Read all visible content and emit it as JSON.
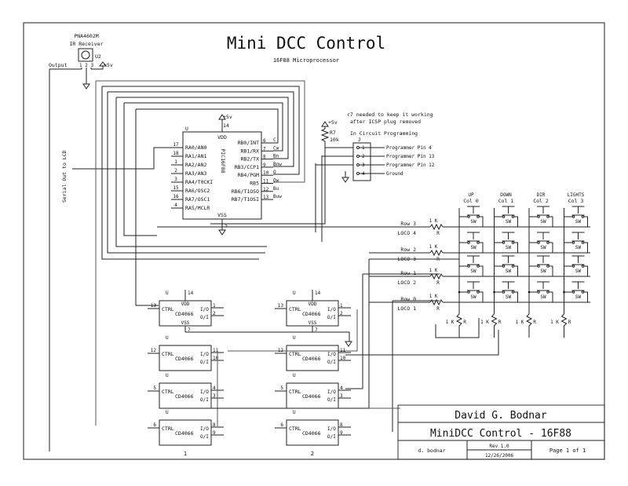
{
  "title": {
    "main": "Mini DCC Control",
    "subtitle": "16F88 Microprocessor"
  },
  "ir_receiver": {
    "part": "PNA4602M",
    "label": "IR Receiver",
    "ref": "U2",
    "pins": "1 2 3",
    "output_label": "Output",
    "vcc_label": "+5v"
  },
  "lcd_label": "Serial Out to LCD",
  "pic": {
    "ref": "U",
    "part": "PIC16F88",
    "vdd": "VDD",
    "vss": "VSS",
    "vdd_pin": "14",
    "vss_pin": "5",
    "vcc_label": "+5v",
    "left_pins": [
      {
        "num": "17",
        "name": "RA0/AN0"
      },
      {
        "num": "18",
        "name": "RA1/AN1"
      },
      {
        "num": "1",
        "name": "RA2/AN2"
      },
      {
        "num": "2",
        "name": "RA3/AN3"
      },
      {
        "num": "3",
        "name": "RA4/T0CKI"
      },
      {
        "num": "15",
        "name": "RA6/OSC2"
      },
      {
        "num": "16",
        "name": "RA7/OSC1"
      },
      {
        "num": "4",
        "name": "RA5/MCLR"
      }
    ],
    "right_pins": [
      {
        "num": "6",
        "name": "RB0/INT",
        "net": "C"
      },
      {
        "num": "7",
        "name": "RB1/RX",
        "net": "Cw"
      },
      {
        "num": "8",
        "name": "RB2/TX",
        "net": "Bn"
      },
      {
        "num": "9",
        "name": "RB3/CCP1",
        "net": "Bnw"
      },
      {
        "num": "10",
        "name": "RB4/PGM",
        "net": "O"
      },
      {
        "num": "11",
        "name": "RB5",
        "net": "Ow"
      },
      {
        "num": "12",
        "name": "RB6/T1OSO",
        "net": "Bu"
      },
      {
        "num": "13",
        "name": "RB7/T1OSI",
        "net": "Buw"
      }
    ]
  },
  "icsp": {
    "note_line1": "r7 needed to keep it working",
    "note_line2": "after ICSP plug removed",
    "resistor_ref": "R7",
    "resistor_value": "10k",
    "vcc_label": "+5v",
    "header_label": "In Circuit Programming",
    "header_ref": "J",
    "pins": [
      {
        "num": "1",
        "label": "Programmer Pin 4"
      },
      {
        "num": "2",
        "label": "Programmer Pin 13"
      },
      {
        "num": "3",
        "label": "Programmer Pin 12"
      },
      {
        "num": "4",
        "label": "Ground"
      }
    ]
  },
  "keypad": {
    "columns": [
      {
        "func": "UP",
        "label": "Col 0"
      },
      {
        "func": "DOWN",
        "label": "Col 1"
      },
      {
        "func": "DIR",
        "label": "Col 2"
      },
      {
        "func": "LIGHTS",
        "label": "Col 3"
      }
    ],
    "rows": [
      {
        "label": "Row 3",
        "loco": "LOCO 4"
      },
      {
        "label": "Row 2",
        "loco": "LOCO 3"
      },
      {
        "label": "Row 1",
        "loco": "LOCO 2"
      },
      {
        "label": "Row 0",
        "loco": "LOCO 1"
      }
    ],
    "row_resistor": "1 K",
    "resistor_ref": "R",
    "switch_label": "SW",
    "pulldown": "1 K"
  },
  "switch_ics": [
    {
      "caption": "1",
      "gates": [
        {
          "ref": "U",
          "ctrl_pin": "13",
          "io_pin": "1",
          "oi_pin": "2",
          "vdd_pin": "14",
          "vss_pin": "7",
          "power": true
        },
        {
          "ref": "U",
          "ctrl_pin": "12",
          "io_pin": "11",
          "oi_pin": "10",
          "power": false
        },
        {
          "ref": "U",
          "ctrl_pin": "5",
          "io_pin": "4",
          "oi_pin": "3",
          "power": false
        },
        {
          "ref": "U",
          "ctrl_pin": "6",
          "io_pin": "8",
          "oi_pin": "9",
          "power": false
        }
      ]
    },
    {
      "caption": "2",
      "gates": [
        {
          "ref": "U",
          "ctrl_pin": "13",
          "io_pin": "1",
          "oi_pin": "2",
          "vdd_pin": "14",
          "vss_pin": "7",
          "power": true
        },
        {
          "ref": "U",
          "ctrl_pin": "12",
          "io_pin": "11",
          "oi_pin": "10",
          "power": false
        },
        {
          "ref": "U",
          "ctrl_pin": "5",
          "io_pin": "4",
          "oi_pin": "3",
          "power": false
        },
        {
          "ref": "U",
          "ctrl_pin": "6",
          "io_pin": "8",
          "oi_pin": "9",
          "power": false
        }
      ]
    }
  ],
  "gate_text": {
    "ctrl": "CTRL",
    "part": "CD4066",
    "io": "I/O",
    "oi": "O/I",
    "vdd": "VDD",
    "vss": "VSS"
  },
  "title_block": {
    "author": "David G. Bodnar",
    "project": "MiniDCC Control - 16F88",
    "drawn_by": "d. bodnar",
    "rev": "Rev 1.0",
    "date": "12/26/2006",
    "page": "Page 1 of 1"
  }
}
